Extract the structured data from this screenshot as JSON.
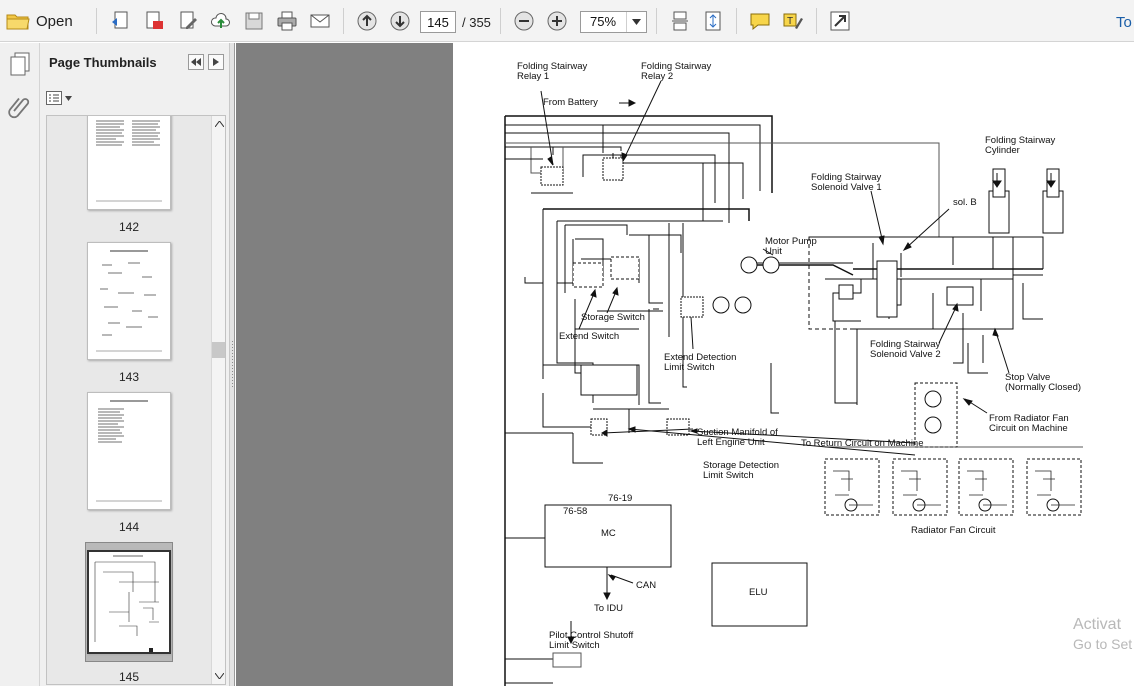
{
  "toolbar": {
    "open_label": "Open",
    "current_page": "145",
    "page_total": "/ 355",
    "zoom": "75%",
    "tools_label": "To"
  },
  "sidebar": {
    "title": "Page Thumbnails",
    "thumbnails": [
      {
        "page": "142"
      },
      {
        "page": "143"
      },
      {
        "page": "144"
      },
      {
        "page": "145",
        "selected": true
      }
    ]
  },
  "diagram": {
    "labels": {
      "relay1": [
        "Folding Stairway",
        "Relay 1"
      ],
      "relay2": [
        "Folding Stairway",
        "Relay 2"
      ],
      "from_battery": "From Battery",
      "cylinder": [
        "Folding Stairway",
        "Cylinder"
      ],
      "solenoid1": [
        "Folding Stairway",
        "Solenoid Valve 1"
      ],
      "sol_b": "sol. B",
      "motor_pump": [
        "Motor Pump",
        "Unit"
      ],
      "storage_switch": "Storage Switch",
      "extend_switch": "Extend Switch",
      "extend_detection": [
        "Extend Detection",
        "Limit Switch"
      ],
      "solenoid2": [
        "Folding Stairway",
        "Solenoid Valve 2"
      ],
      "stop_valve": [
        "Stop Valve",
        "(Normally Closed)"
      ],
      "suction_manifold": [
        "Suction Manifold of",
        "Left Engine Unit"
      ],
      "return_circuit": "To Return Circuit on Machine",
      "radiator_fan_from": [
        "From Radiator Fan",
        "Circuit on Machine"
      ],
      "storage_detection": [
        "Storage Detection",
        "Limit Switch"
      ],
      "wire_76_19": "76-19",
      "wire_76_58": "76-58",
      "mc": "MC",
      "can": "CAN",
      "to_idu": "To IDU",
      "elu": "ELU",
      "radiator_fan_circuit": "Radiator Fan Circuit",
      "pilot_shutoff": [
        "Pilot Control Shutoff",
        "Limit Switch"
      ]
    }
  },
  "watermark": {
    "line1": "Activat",
    "line2": "Go to Set"
  },
  "colors": {
    "toolbar_bg": "#f3f3f3",
    "viewer_bg": "#808080",
    "link": "#1a5ea8"
  }
}
